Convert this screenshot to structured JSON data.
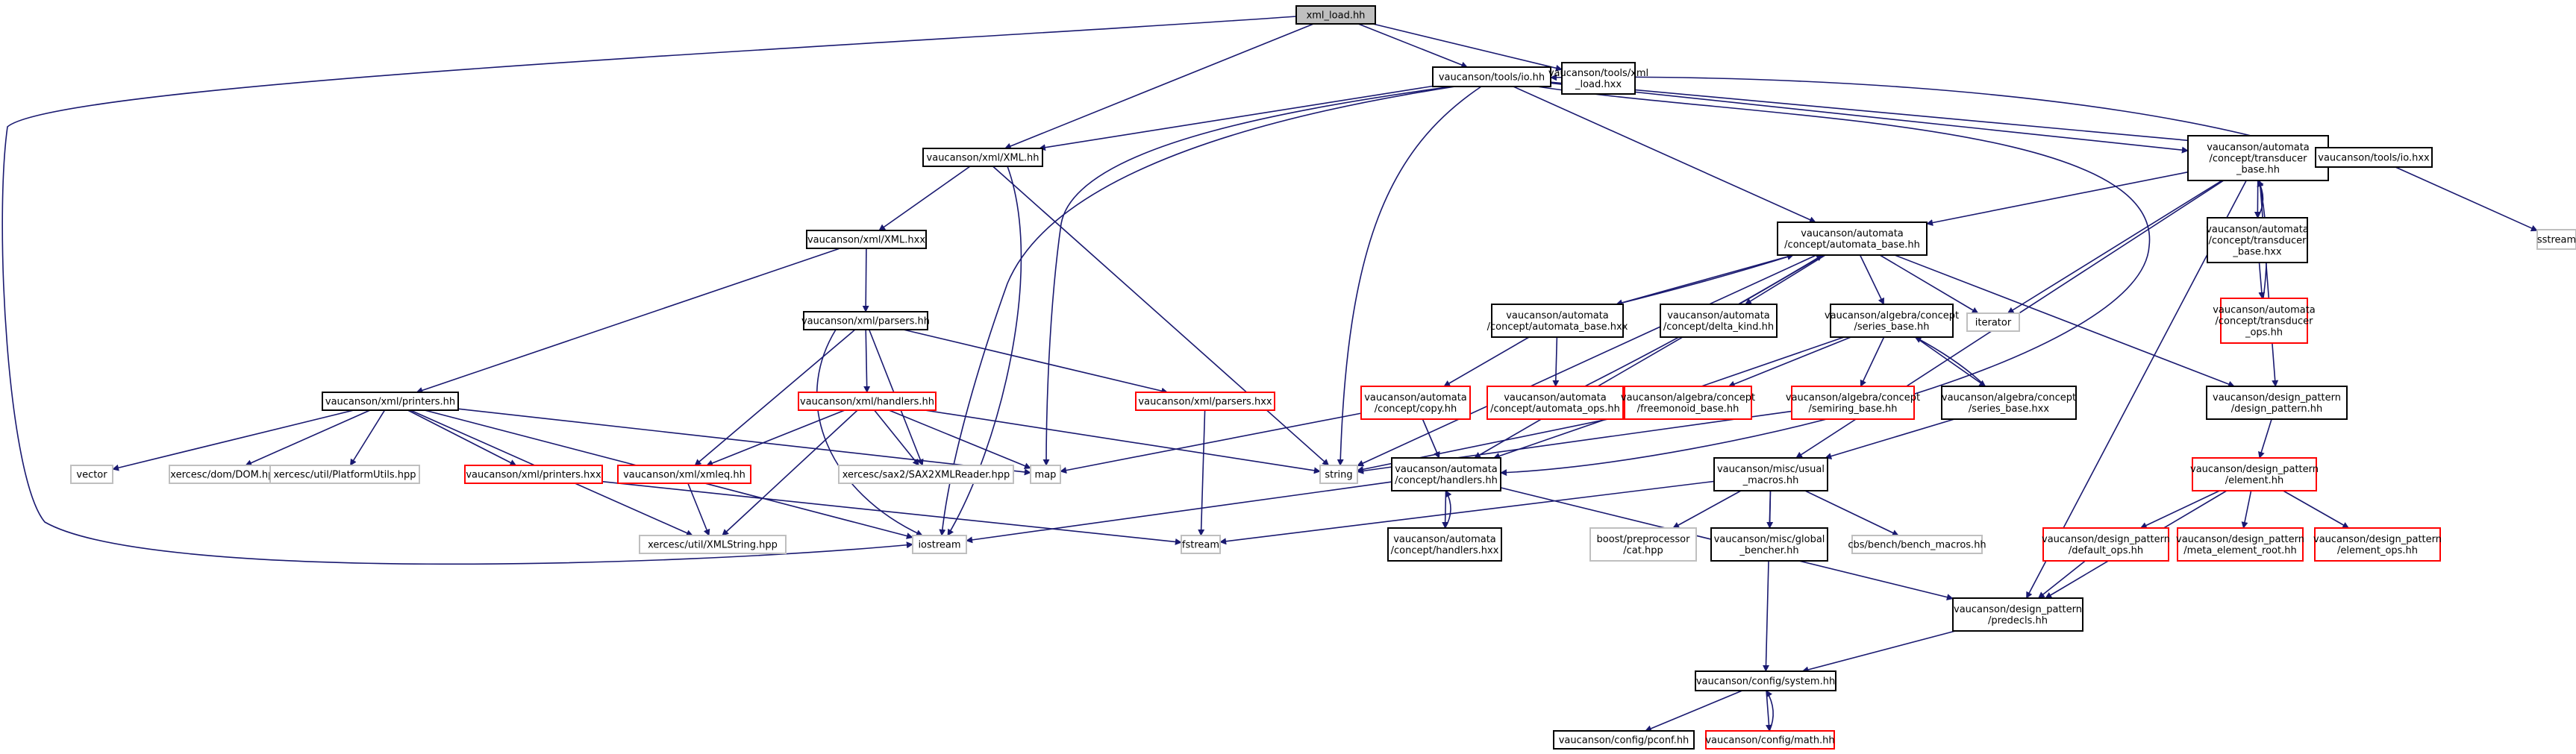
{
  "palette": {
    "edge": "#191970",
    "edge_accent": "#8b1a1a",
    "root_fill": "#bfbfbf",
    "normal_border": "#000000",
    "unresolved_border": "#ff0000",
    "external_border": "#bfbfbf",
    "fill": "#ffffff"
  },
  "nodes": {
    "n01": {
      "lines": [
        "xml_load.hh"
      ],
      "kind": "root"
    },
    "n02": {
      "lines": [
        "vaucanson/tools/io.hh"
      ],
      "kind": "normal"
    },
    "n03": {
      "lines": [
        "vaucanson/tools/xml",
        "_load.hxx"
      ],
      "kind": "normal"
    },
    "n04": {
      "lines": [
        "vaucanson/xml/XML.hh"
      ],
      "kind": "normal"
    },
    "n05": {
      "lines": [
        "vaucanson/automata",
        "/concept/transducer",
        "_base.hh"
      ],
      "kind": "normal"
    },
    "n06": {
      "lines": [
        "vaucanson/tools/io.hxx"
      ],
      "kind": "normal"
    },
    "n07": {
      "lines": [
        "sstream"
      ],
      "kind": "external"
    },
    "n08": {
      "lines": [
        "vaucanson/xml/XML.hxx"
      ],
      "kind": "normal"
    },
    "n09": {
      "lines": [
        "vaucanson/automata",
        "/concept/automata_base.hh"
      ],
      "kind": "normal"
    },
    "n10": {
      "lines": [
        "vaucanson/automata",
        "/concept/transducer",
        "_base.hxx"
      ],
      "kind": "normal"
    },
    "n11": {
      "lines": [
        "vaucanson/xml/parsers.hh"
      ],
      "kind": "normal"
    },
    "n12": {
      "lines": [
        "iterator"
      ],
      "kind": "external"
    },
    "n13": {
      "lines": [
        "vaucanson/automata",
        "/concept/transducer",
        "_ops.hh"
      ],
      "kind": "unresolved"
    },
    "n14": {
      "lines": [
        "vaucanson/automata",
        "/concept/automata_base.hxx"
      ],
      "kind": "normal"
    },
    "n15": {
      "lines": [
        "vaucanson/automata",
        "/concept/delta_kind.hh"
      ],
      "kind": "normal"
    },
    "n16": {
      "lines": [
        "vaucanson/algebra/concept",
        "/series_base.hh"
      ],
      "kind": "normal"
    },
    "n17": {
      "lines": [
        "vaucanson/xml/printers.hh"
      ],
      "kind": "normal"
    },
    "n18": {
      "lines": [
        "vaucanson/xml/handlers.hh"
      ],
      "kind": "unresolved"
    },
    "n19": {
      "lines": [
        "vaucanson/xml/parsers.hxx"
      ],
      "kind": "unresolved"
    },
    "n20": {
      "lines": [
        "vaucanson/automata",
        "/concept/copy.hh"
      ],
      "kind": "unresolved"
    },
    "n21": {
      "lines": [
        "vaucanson/automata",
        "/concept/automata_ops.hh"
      ],
      "kind": "unresolved"
    },
    "n22": {
      "lines": [
        "vaucanson/algebra/concept",
        "/freemonoid_base.hh"
      ],
      "kind": "unresolved"
    },
    "n23": {
      "lines": [
        "vaucanson/algebra/concept",
        "/semiring_base.hh"
      ],
      "kind": "unresolved"
    },
    "n24": {
      "lines": [
        "vaucanson/algebra/concept",
        "/series_base.hxx"
      ],
      "kind": "normal"
    },
    "n25": {
      "lines": [
        "vaucanson/design_pattern",
        "/design_pattern.hh"
      ],
      "kind": "normal"
    },
    "n26": {
      "lines": [
        "vector"
      ],
      "kind": "external"
    },
    "n27": {
      "lines": [
        "xercesc/dom/DOM.hpp"
      ],
      "kind": "external"
    },
    "n28": {
      "lines": [
        "xercesc/util/PlatformUtils.hpp"
      ],
      "kind": "external"
    },
    "n29": {
      "lines": [
        "vaucanson/xml/printers.hxx"
      ],
      "kind": "unresolved"
    },
    "n30": {
      "lines": [
        "vaucanson/xml/xmleq.hh"
      ],
      "kind": "unresolved"
    },
    "n31": {
      "lines": [
        "xercesc/sax2/SAX2XMLReader.hpp"
      ],
      "kind": "external"
    },
    "n32": {
      "lines": [
        "map"
      ],
      "kind": "external"
    },
    "n33": {
      "lines": [
        "string"
      ],
      "kind": "external"
    },
    "n34": {
      "lines": [
        "vaucanson/automata",
        "/concept/handlers.hh"
      ],
      "kind": "normal"
    },
    "n35": {
      "lines": [
        "vaucanson/misc/usual",
        "_macros.hh"
      ],
      "kind": "normal"
    },
    "n36": {
      "lines": [
        "vaucanson/design_pattern",
        "/element.hh"
      ],
      "kind": "unresolved"
    },
    "n37": {
      "lines": [
        "xercesc/util/XMLString.hpp"
      ],
      "kind": "external"
    },
    "n38": {
      "lines": [
        "iostream"
      ],
      "kind": "external"
    },
    "n39": {
      "lines": [
        "fstream"
      ],
      "kind": "external"
    },
    "n40": {
      "lines": [
        "vaucanson/automata",
        "/concept/handlers.hxx"
      ],
      "kind": "normal"
    },
    "n41": {
      "lines": [
        "boost/preprocessor",
        "/cat.hpp"
      ],
      "kind": "external"
    },
    "n42": {
      "lines": [
        "vaucanson/misc/global",
        "_bencher.hh"
      ],
      "kind": "normal"
    },
    "n43": {
      "lines": [
        "cbs/bench/bench_macros.hh"
      ],
      "kind": "external"
    },
    "n44": {
      "lines": [
        "vaucanson/design_pattern",
        "/default_ops.hh"
      ],
      "kind": "unresolved"
    },
    "n45": {
      "lines": [
        "vaucanson/design_pattern",
        "/meta_element_root.hh"
      ],
      "kind": "unresolved"
    },
    "n46": {
      "lines": [
        "vaucanson/design_pattern",
        "/element_ops.hh"
      ],
      "kind": "unresolved"
    },
    "n47": {
      "lines": [
        "vaucanson/design_pattern",
        "/predecls.hh"
      ],
      "kind": "normal"
    },
    "n48": {
      "lines": [
        "vaucanson/config/system.hh"
      ],
      "kind": "normal"
    },
    "n49": {
      "lines": [
        "vaucanson/config/pconf.hh"
      ],
      "kind": "normal"
    },
    "n50": {
      "lines": [
        "vaucanson/config/math.hh"
      ],
      "kind": "unresolved"
    }
  }
}
